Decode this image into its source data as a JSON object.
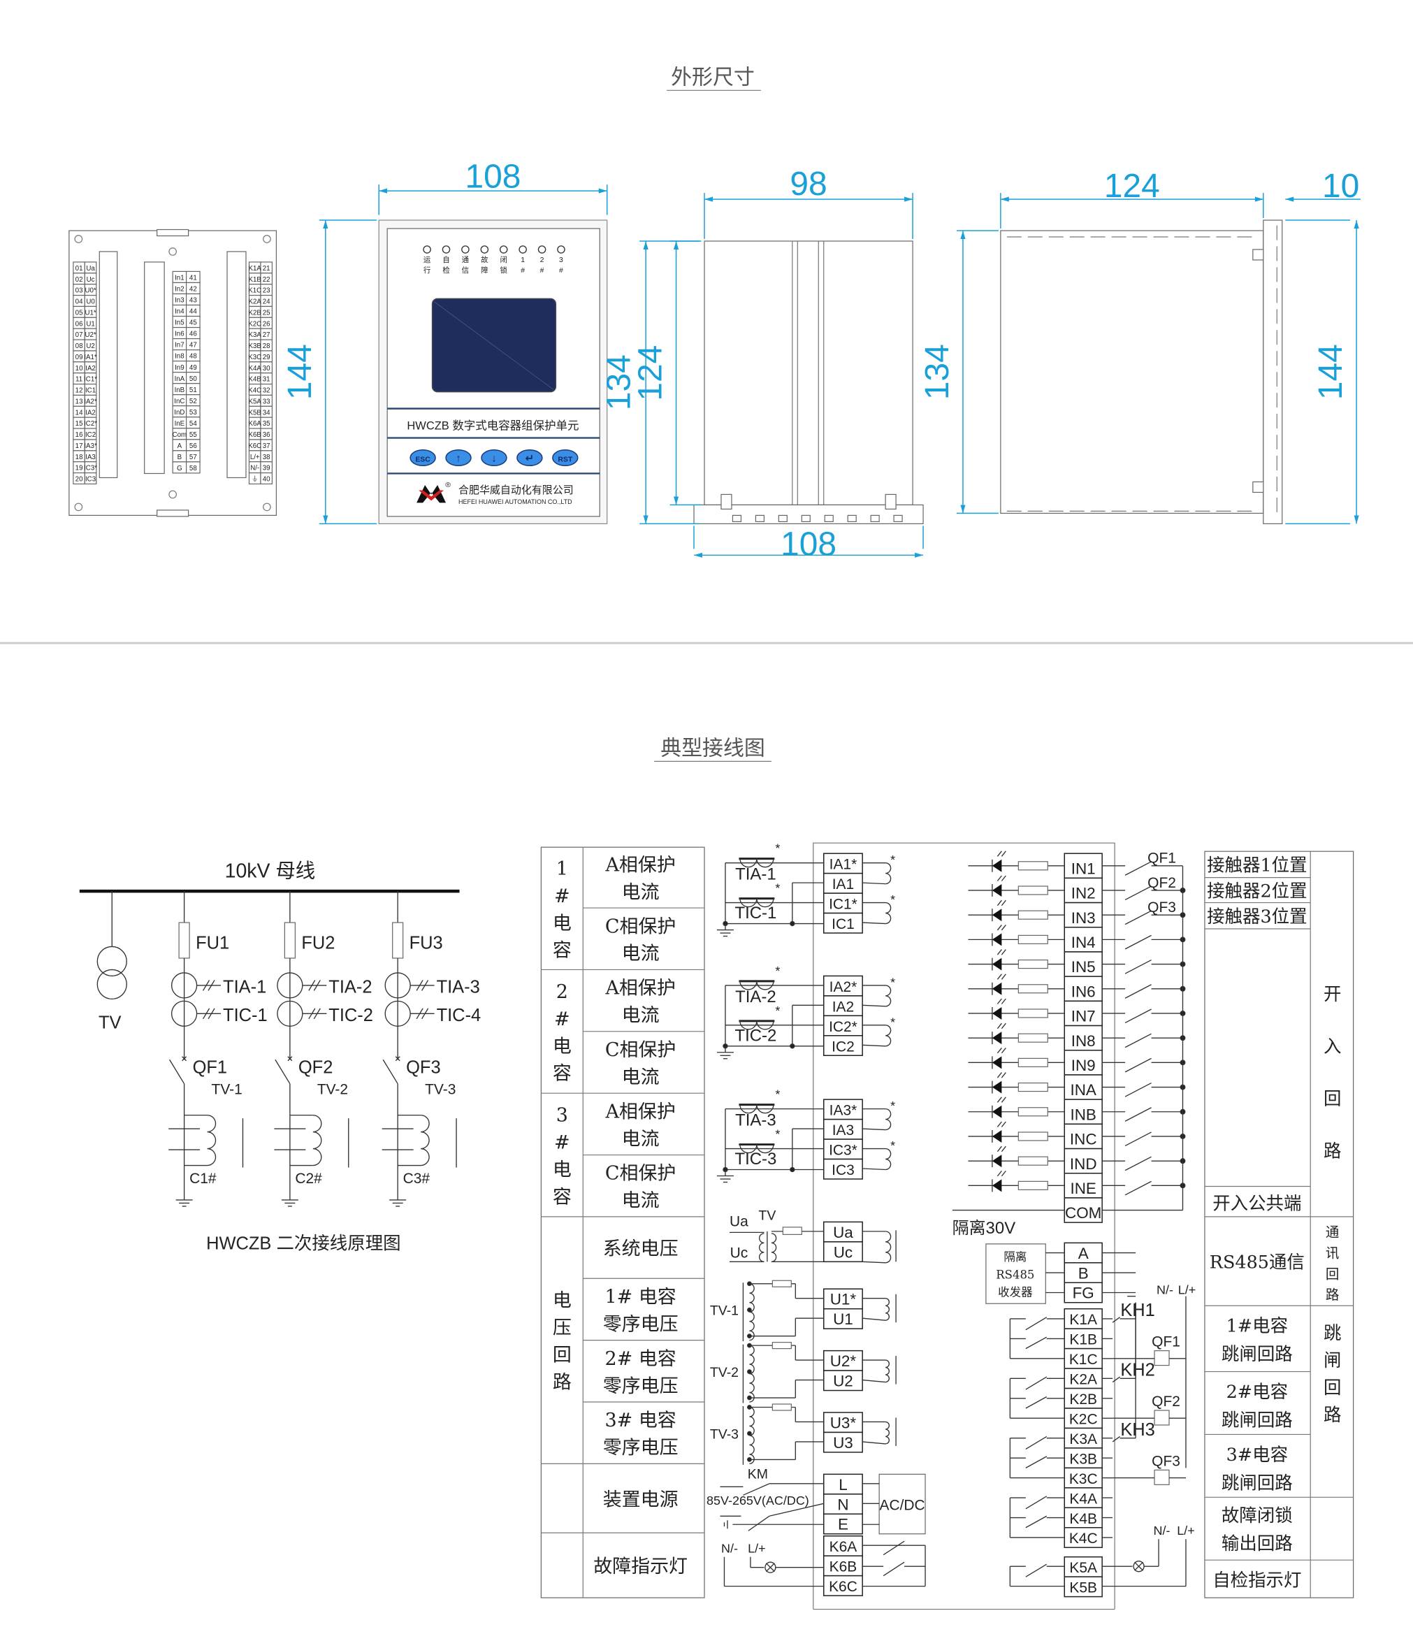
{
  "sections": {
    "dimensions_title": "外形尺寸",
    "wiring_title": "典型接线图"
  },
  "back_panel": {
    "left": [
      [
        "01",
        "Ua"
      ],
      [
        "02",
        "Uc"
      ],
      [
        "03",
        "U0*"
      ],
      [
        "04",
        "U0"
      ],
      [
        "05",
        "U1*"
      ],
      [
        "06",
        "U1"
      ],
      [
        "07",
        "U2*"
      ],
      [
        "08",
        "U2"
      ],
      [
        "09",
        "IA1*"
      ],
      [
        "10",
        "IA2"
      ],
      [
        "11",
        "IC1*"
      ],
      [
        "12",
        "IC1"
      ],
      [
        "13",
        "IA2*"
      ],
      [
        "14",
        "IA2"
      ],
      [
        "15",
        "IC2*"
      ],
      [
        "16",
        "IC2"
      ],
      [
        "17",
        "IA3*"
      ],
      [
        "18",
        "IA3"
      ],
      [
        "19",
        "IC3*"
      ],
      [
        "20",
        "IC3"
      ]
    ],
    "middle": [
      [
        "In1",
        "41"
      ],
      [
        "In2",
        "42"
      ],
      [
        "In3",
        "43"
      ],
      [
        "In4",
        "44"
      ],
      [
        "In5",
        "45"
      ],
      [
        "In6",
        "46"
      ],
      [
        "In7",
        "47"
      ],
      [
        "In8",
        "48"
      ],
      [
        "In9",
        "49"
      ],
      [
        "InA",
        "50"
      ],
      [
        "InB",
        "51"
      ],
      [
        "InC",
        "52"
      ],
      [
        "InD",
        "53"
      ],
      [
        "InE",
        "54"
      ],
      [
        "Com",
        "55"
      ],
      [
        "A",
        "56"
      ],
      [
        "B",
        "57"
      ],
      [
        "G",
        "58"
      ]
    ],
    "right": [
      [
        "K1A",
        "21"
      ],
      [
        "K1B",
        "22"
      ],
      [
        "K1C",
        "23"
      ],
      [
        "K2A",
        "24"
      ],
      [
        "K2B",
        "25"
      ],
      [
        "K2C",
        "26"
      ],
      [
        "K3A",
        "27"
      ],
      [
        "K3B",
        "28"
      ],
      [
        "K3C",
        "29"
      ],
      [
        "K4A",
        "30"
      ],
      [
        "K4B",
        "31"
      ],
      [
        "K4C",
        "32"
      ],
      [
        "K5A",
        "33"
      ],
      [
        "K5B",
        "34"
      ],
      [
        "K6A",
        "35"
      ],
      [
        "K6B",
        "36"
      ],
      [
        "K6C",
        "37"
      ],
      [
        "L/+",
        "38"
      ],
      [
        "N/-",
        "39"
      ],
      [
        "⏚",
        "40"
      ]
    ]
  },
  "front_panel": {
    "leds": [
      [
        "运",
        "行"
      ],
      [
        "自",
        "检"
      ],
      [
        "通",
        "信"
      ],
      [
        "故",
        "障"
      ],
      [
        "闭",
        "锁"
      ],
      [
        "1",
        "#"
      ],
      [
        "2",
        "#"
      ],
      [
        "3",
        "#"
      ]
    ],
    "title": "HWCZB 数字式电容器组保护单元",
    "buttons": [
      "ESC",
      "↑",
      "↓",
      "↵",
      "RST"
    ],
    "registered": "®",
    "company_cn": "合肥华威自动化有限公司",
    "company_en": "HEFEI HUAWEI AUTOMATION CO.,LTD",
    "colors": {
      "lcd": "#1f2d5c",
      "button": "#3a8ee6",
      "accent_line": "#2a4a7a"
    }
  },
  "dimensions": {
    "front_width": "108",
    "front_height": "144",
    "side_depth": "98",
    "side_height_outer": "134",
    "side_height_inner": "124",
    "side_base_width": "108",
    "rear_depth": "124",
    "rear_flange": "10",
    "rear_height": "134",
    "rear_total_height": "144",
    "color": "#1aa0d8"
  },
  "primary": {
    "bus_label": "10kV 母线",
    "tv_label": "TV",
    "branches": [
      {
        "fuse": "FU1",
        "cta": "TIA-1",
        "ctc": "TIC-1",
        "qf": "QF1",
        "tv": "TV-1",
        "cap": "C1#"
      },
      {
        "fuse": "FU2",
        "cta": "TIA-2",
        "ctc": "TIC-2",
        "qf": "QF2",
        "tv": "TV-2",
        "cap": "C2#"
      },
      {
        "fuse": "FU3",
        "cta": "TIA-3",
        "ctc": "TIC-4",
        "qf": "QF3",
        "tv": "TV-3",
        "cap": "C3#"
      }
    ],
    "caption": "HWCZB  二次接线原理图"
  },
  "wiring": {
    "left_table": {
      "groups": [
        {
          "label": [
            "1",
            "#",
            "电",
            "容"
          ],
          "items": [
            [
              "A相保护",
              "电流"
            ],
            [
              "C相保护",
              "电流"
            ]
          ]
        },
        {
          "label": [
            "2",
            "#",
            "电",
            "容"
          ],
          "items": [
            [
              "A相保护",
              "电流"
            ],
            [
              "C相保护",
              "电流"
            ]
          ]
        },
        {
          "label": [
            "3",
            "#",
            "电",
            "容"
          ],
          "items": [
            [
              "A相保护",
              "电流"
            ],
            [
              "C相保护",
              "电流"
            ]
          ]
        },
        {
          "label": [
            "电",
            "压",
            "回",
            "路"
          ],
          "items": [
            [
              "系统电压"
            ],
            [
              "1# 电容",
              "零序电压"
            ],
            [
              "2# 电容",
              "零序电压"
            ],
            [
              "3# 电容",
              "零序电压"
            ]
          ]
        },
        {
          "label": [],
          "items": [
            [
              "装置电源"
            ]
          ]
        },
        {
          "label": [],
          "items": [
            [
              "故障指示灯"
            ]
          ]
        }
      ]
    },
    "ct_groups": [
      {
        "cta": "TIA-1",
        "ctc": "TIC-1",
        "terminals": [
          "IA1*",
          "IA1",
          "IC1*",
          "IC1"
        ]
      },
      {
        "cta": "TIA-2",
        "ctc": "TIC-2",
        "terminals": [
          "IA2*",
          "IA2",
          "IC2*",
          "IC2"
        ]
      },
      {
        "cta": "TIA-3",
        "ctc": "TIC-3",
        "terminals": [
          "IA3*",
          "IA3",
          "IC3*",
          "IC3"
        ]
      }
    ],
    "star": "*",
    "system_voltage": {
      "ua": "Ua",
      "uc": "Uc",
      "tv": "TV",
      "terminals": [
        "Ua",
        "Uc"
      ]
    },
    "zero_seq": [
      {
        "tv": "TV-1",
        "terminals": [
          "U1*",
          "U1"
        ]
      },
      {
        "tv": "TV-2",
        "terminals": [
          "U2*",
          "U2"
        ]
      },
      {
        "tv": "TV-3",
        "terminals": [
          "U3*",
          "U3"
        ]
      }
    ],
    "power": {
      "km": "KM",
      "range": "85V-265V(AC/DC)",
      "terminals": [
        "L",
        "N",
        "E"
      ],
      "converter": "AC/DC"
    },
    "fault_lamp": {
      "n": "N/-",
      "l": "L/+",
      "terminals": [
        "K6A",
        "K6B",
        "K6C"
      ]
    },
    "inputs": {
      "terminals": [
        "IN1",
        "IN2",
        "IN3",
        "IN4",
        "IN5",
        "IN6",
        "IN7",
        "IN8",
        "IN9",
        "INA",
        "INB",
        "INC",
        "IND",
        "INE",
        "COM"
      ],
      "qf": [
        "QF1",
        "QF2",
        "QF3"
      ],
      "isolation": "隔离30V"
    },
    "rs485": {
      "box": [
        "隔离",
        "RS485",
        "收发器"
      ],
      "terminals": [
        "A",
        "B",
        "FG"
      ]
    },
    "trip": {
      "terminals": [
        "K1A",
        "K1B",
        "K1C",
        "K2A",
        "K2B",
        "K2C",
        "K3A",
        "K3B",
        "K3C",
        "K4A",
        "K4B",
        "K4C"
      ],
      "kh": [
        "KH1",
        "KH2",
        "KH3"
      ],
      "qf": [
        "QF1",
        "QF2",
        "QF3"
      ],
      "n": "N/-",
      "l": "L/+"
    },
    "selfcheck": {
      "terminals": [
        "K5A",
        "K5B"
      ],
      "n": "N/-",
      "l": "L/+"
    },
    "right_table": {
      "inputs_items": [
        "接触器1位置",
        "接触器2位置",
        "接触器3位置"
      ],
      "inputs_common": "开入公共端",
      "inputs_group": [
        "开",
        "入",
        "回",
        "路"
      ],
      "comm_item": "RS485通信",
      "comm_group": [
        "通",
        "讯",
        "回",
        "路"
      ],
      "trip_items": [
        [
          "1#电容",
          "跳闸回路"
        ],
        [
          "2#电容",
          "跳闸回路"
        ],
        [
          "3#电容",
          "跳闸回路"
        ]
      ],
      "trip_group": [
        "跳",
        "闸",
        "回",
        "路"
      ],
      "lock_item": [
        "故障闭锁",
        "输出回路"
      ],
      "selfcheck_item": "自检指示灯"
    }
  }
}
